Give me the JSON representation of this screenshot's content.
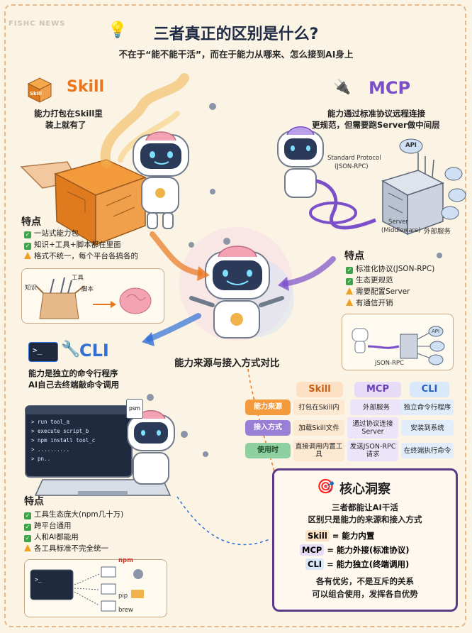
{
  "watermark": "FISHC NEWS",
  "title": "三者真正的区别是什么?",
  "subtitle": "不在于“能不能干活”，而在于能力从哪来、怎么接到AI身上",
  "skill": {
    "name": "Skill",
    "box_label": "Skill",
    "desc_line1": "能力打包在Skill里",
    "desc_line2": "装上就有了",
    "features_title": "特点",
    "features": [
      "一站式能力包",
      "知识+工具+脚本都在里面",
      "格式不统一，每个平台各搞各的"
    ],
    "illus_labels": {
      "knowledge": "知识",
      "tools": "工具",
      "scripts": "脚本"
    }
  },
  "mcp": {
    "name": "MCP",
    "desc_line1": "能力通过标准协议远程连接",
    "desc_line2": "更规范，但需要跑Server做中间层",
    "protocol_label_1": "Standard Protocol",
    "protocol_label_2": "(JSON-RPC)",
    "server_label_1": "Server",
    "server_label_2": "(Middleware)",
    "external": "外部服务",
    "api": "API",
    "features_title": "特点",
    "features": [
      "标准化协议(JSON-RPC)",
      "生态更规范",
      "需要配置Server",
      "有通信开销"
    ],
    "illus_api": "API",
    "illus_jsonrpc": "JSON-RPC"
  },
  "cli": {
    "name": "CLI",
    "desc_line1": "能力是独立的命令行程序",
    "desc_line2": "AI自己去终端敲命令调用",
    "terminal_lines": [
      "> run tool_a",
      "> execute script_b",
      "> npm install tool_c",
      "> ..........",
      "> pn.."
    ],
    "file_psm": "psm",
    "features_title": "特点",
    "features": [
      "工具生态庞大(npm几十万)",
      "跨平台通用",
      "人和AI都能用",
      "各工具标准不完全统一"
    ],
    "illus_labels": {
      "npm": "npm",
      "pip": "pip",
      "brew": "brew"
    }
  },
  "compare": {
    "title": "能力来源与接入方式对比",
    "columns": [
      "Skill",
      "MCP",
      "CLI"
    ],
    "rows": [
      {
        "label": "能力来源",
        "cells": [
          "打包在Skill内",
          "外部服务",
          "独立命令行程序"
        ]
      },
      {
        "label": "接入方式",
        "cells": [
          "加载Skill文件",
          "通过协议连接Server",
          "安装到系统"
        ]
      },
      {
        "label": "使用时",
        "cells": [
          "直接调用内置工具",
          "发送JSON-RPC请求",
          "在终端执行命令"
        ]
      }
    ]
  },
  "insight": {
    "title": "核心洞察",
    "line1": "三者都能让AI干活",
    "line2": "区别只是能力的来源和接入方式",
    "items": [
      {
        "key": "Skill",
        "text": "= 能力内置"
      },
      {
        "key": "MCP",
        "text": "= 能力外接(标准协议)"
      },
      {
        "key": "CLI",
        "text": "= 能力独立(终端调用)"
      }
    ],
    "footer1": "各有优劣，不是互斥的关系",
    "footer2": "可以组合使用，发挥各自优势"
  },
  "colors": {
    "skill": "#e8761e",
    "mcp": "#7b4fc9",
    "cli": "#2f6fd6",
    "check": "#3ea34a",
    "warn": "#f0a020"
  }
}
